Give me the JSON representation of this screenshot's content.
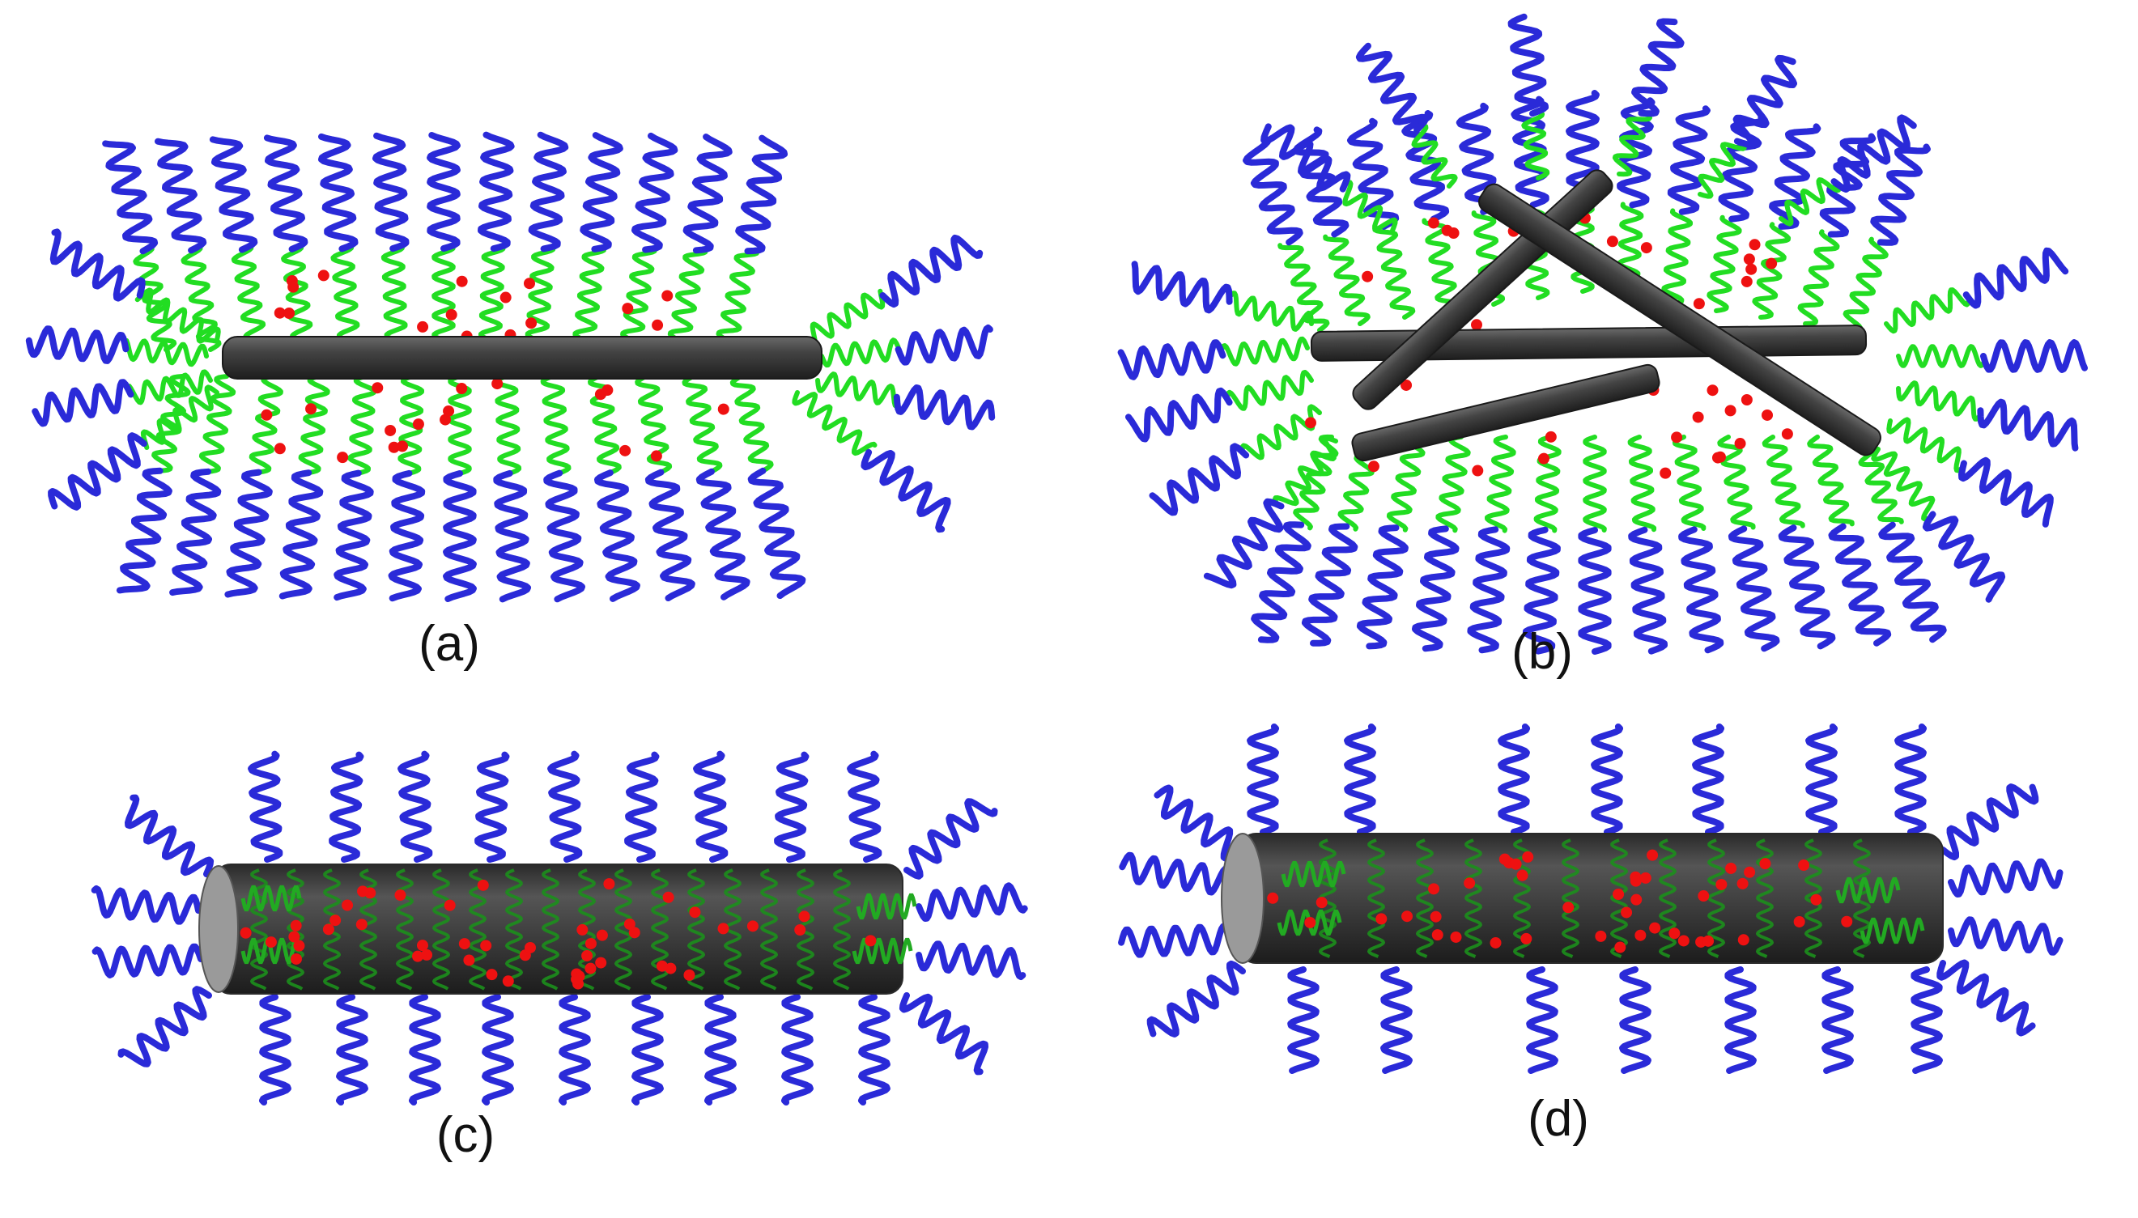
{
  "panels": [
    {
      "id": "a",
      "label": "(a)"
    },
    {
      "id": "b",
      "label": "(b)"
    },
    {
      "id": "c",
      "label": "(c)"
    },
    {
      "id": "d",
      "label": "(d)"
    }
  ],
  "colors": {
    "background": "#ffffff",
    "nanotube": "#3a3a3a",
    "nanotube_highlight": "#6a6a6a",
    "inner_chain": "#22dd22",
    "outer_chain": "#2a2ad8",
    "particle": "#ee1111",
    "cap": "#9a9a9a"
  }
}
